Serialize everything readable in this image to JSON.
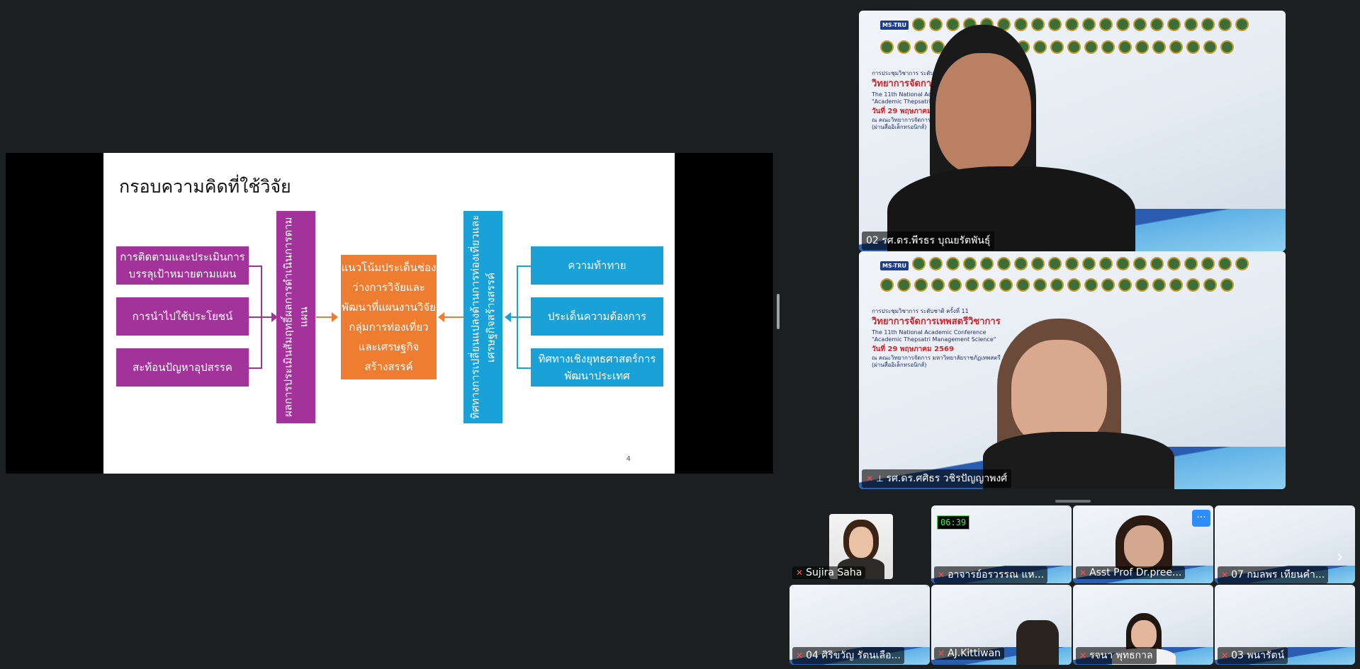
{
  "slide": {
    "title": "กรอบความคิดที่ใช้วิจัย",
    "left_boxes": [
      "การติดตามและประเมินการบรรลุเป้าหมายตามแผน",
      "การนำไปใช้ประโยชน์",
      "สะท้อนปัญหาอุปสรรค"
    ],
    "left_vertical": "ผลการประเมินสัมฤทธิ์ผลการดำเนินการตามแผน",
    "center_box": "แนวโน้มประเด็นช่องว่างการวิจัยและพัฒนาที่แผนงานวิจัยกลุ่มการท่องเที่ยวและเศรษฐกิจสร้างสรรค์",
    "right_vertical": "ทิศทางการเปลี่ยนแปลงด้านการท่องเที่ยวและเศรษฐกิจสร้างสรรค์",
    "right_boxes": [
      "ความท้าทาย",
      "ประเด็นความต้องการ",
      "ทิศทางเชิงยุทธศาสตร์การพัฒนาประเทศ"
    ],
    "page_number": "4"
  },
  "banner": {
    "logo_text": "MS-TRU",
    "line1": "การประชุมวิชาการ ระดับชาติ ครั้งที่ 11",
    "line2": "วิทยาการจัดการเทพสตรีวิชาการ",
    "line3": "The 11th National Academic Conference",
    "line4": "\"Academic Thepsatri Management Science\"",
    "line5": "วันที่ 29 พฤษภาคม 2569",
    "line6": "ณ คณะวิทยาการจัดการ มหาวิทยาลัยราชภัฏเทพสตรี",
    "line7": "(ผ่านสื่ออิเล็กทรอนิกส์)"
  },
  "speakers": [
    {
      "name": "02 รศ.ดร.พีรธร บุณยรัตพันธุ์",
      "active": true
    },
    {
      "name": "รศ.ดร.ศศิธร วชิรปัญญาพงศ์",
      "muted": true,
      "pinned": true
    }
  ],
  "gallery": [
    {
      "name": "Sujira Saha",
      "muted": true
    },
    {
      "name": "อาจารย์อรวรรณ แห...",
      "muted": true,
      "timer": "06:39"
    },
    {
      "name": "Asst Prof Dr.pree...",
      "muted": true
    },
    {
      "name": "07 กมลพร เทียนคำ...",
      "muted": true
    },
    {
      "name": "04 ศิริขวัญ รัตนเลือ...",
      "muted": true
    },
    {
      "name": "AJ.Kittiwan",
      "muted": true
    },
    {
      "name": "รจนา พุทธกาล",
      "muted": true
    },
    {
      "name": "03 พนารัตน์",
      "muted": true
    }
  ],
  "controls": {
    "more": "···",
    "next": "›"
  },
  "colors": {
    "purple": "#a3329a",
    "blue": "#19a1d8",
    "orange": "#ef7d31",
    "active_border": "#2fd17a"
  }
}
